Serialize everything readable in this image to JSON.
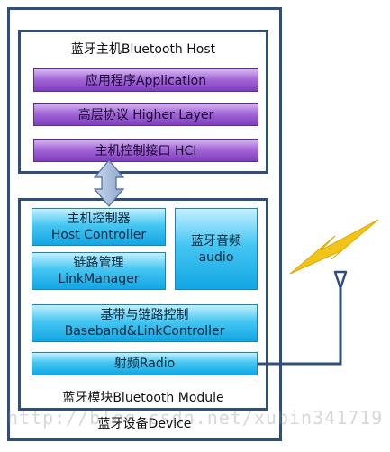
{
  "host": {
    "title": "蓝牙主机Bluetooth  Host",
    "layers": [
      "应用程序Application",
      "高层协议  Higher Layer",
      "主机控制接口  HCI"
    ]
  },
  "module": {
    "title": "蓝牙模块Bluetooth  Module",
    "host_controller": [
      "主机控制器",
      "Host  Controller"
    ],
    "link_manager": [
      "链路管理",
      "LinkManager"
    ],
    "audio": [
      "蓝牙音频",
      "audio"
    ],
    "baseband": [
      "基带与链路控制",
      "Baseband&LinkController"
    ],
    "radio": "射频Radio"
  },
  "device": {
    "title": "蓝牙设备Device"
  },
  "watermark": "http://blog.csdn.net/xubin341719",
  "colors": {
    "frame": "#2f4f7a",
    "purple": "#8a4cc8",
    "blue": "#2bb6ea",
    "antenna_line": "#2f4f7a",
    "lightning": "#f3c418"
  }
}
